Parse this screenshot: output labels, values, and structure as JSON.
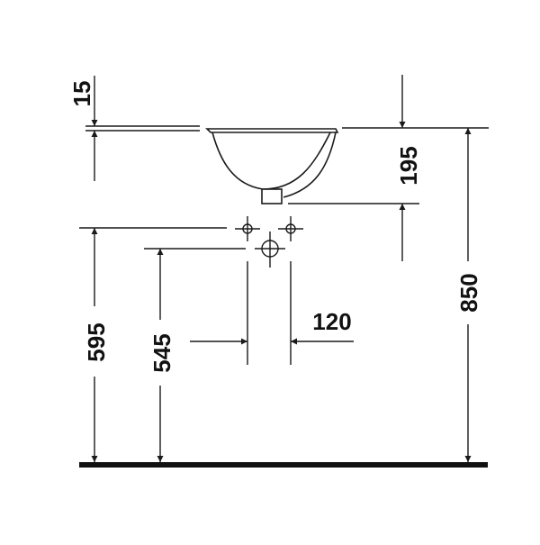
{
  "diagram": {
    "subject": "Undercounter washbasin installation dimensions",
    "units": "mm",
    "colors": {
      "line": "#1a1a1a",
      "background": "#ffffff"
    },
    "dimensions": {
      "rim_offset": {
        "value": "15",
        "label": "15"
      },
      "basin_depth": {
        "value": "195",
        "label": "195"
      },
      "rim_height": {
        "value": "850",
        "label": "850"
      },
      "tap_hole_height": {
        "value": "595",
        "label": "595"
      },
      "waste_height": {
        "value": "545",
        "label": "545"
      },
      "tap_hole_spacing": {
        "value": "120",
        "label": "120"
      }
    },
    "elements": [
      "basin-section",
      "tap-hole-left",
      "tap-hole-right",
      "waste-outlet",
      "floor-line"
    ]
  }
}
